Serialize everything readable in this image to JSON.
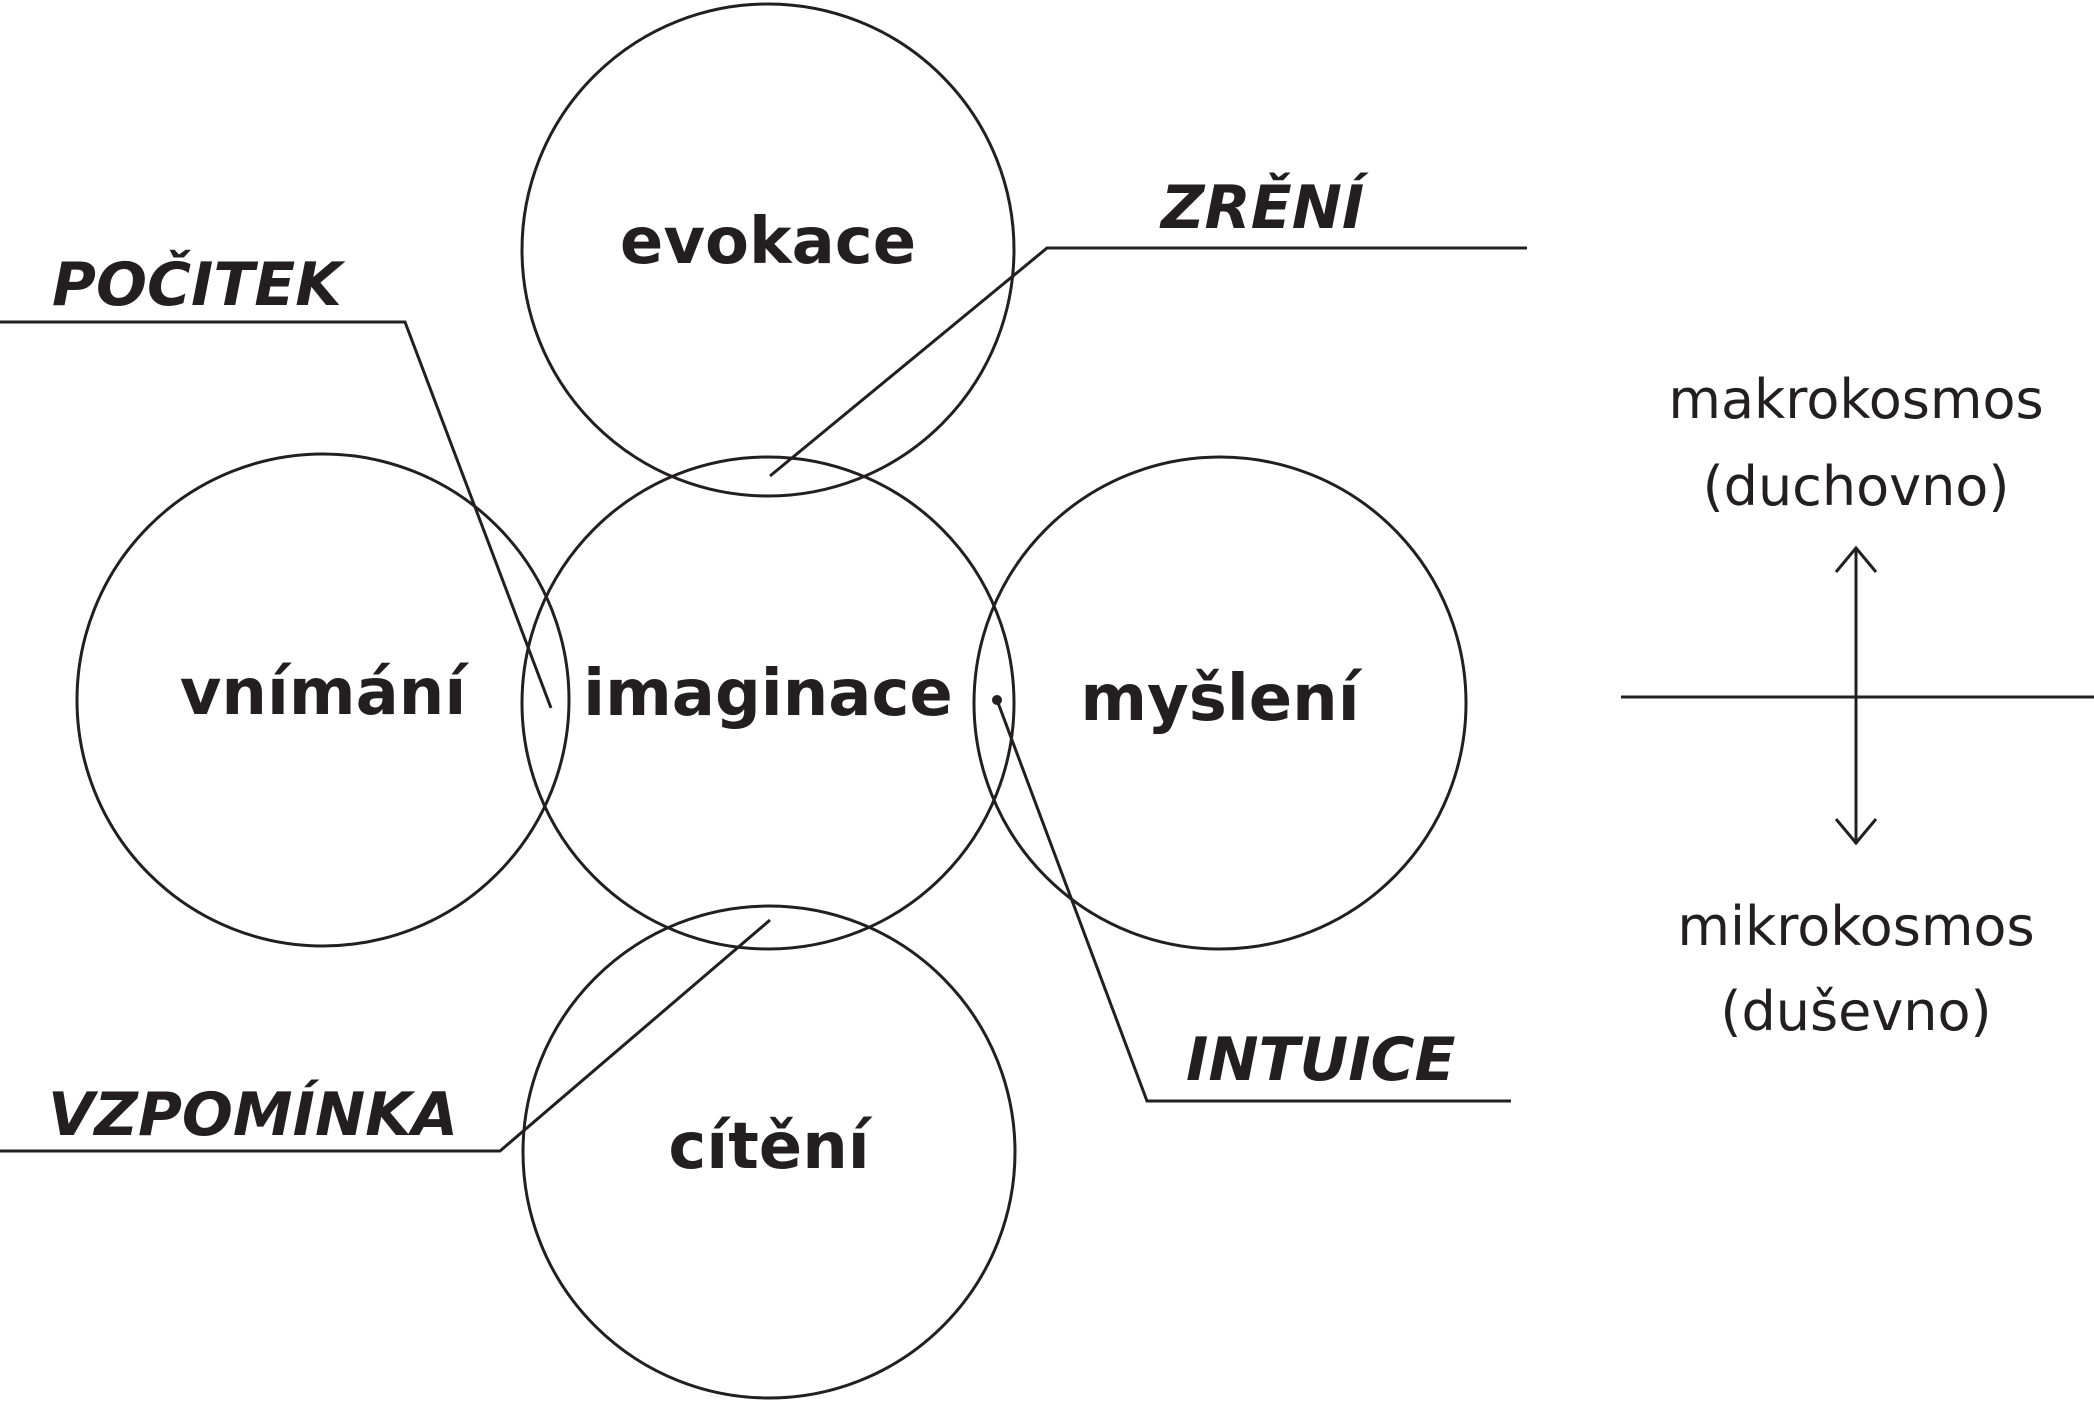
{
  "circles": {
    "top": "evokace",
    "left": "vnímání",
    "center": "imaginace",
    "right": "myšlení",
    "bottom": "cítění"
  },
  "terms": {
    "top_left": "POČITEK",
    "top_right": "ZRĚNÍ",
    "bottom_left": "VZPOMÍNKA",
    "bottom_right": "INTUICE"
  },
  "axis": {
    "up_line1": "makrokosmos",
    "up_line2": "(duchovno)",
    "down_line1": "mikrokosmos",
    "down_line2": "(duševno)"
  }
}
